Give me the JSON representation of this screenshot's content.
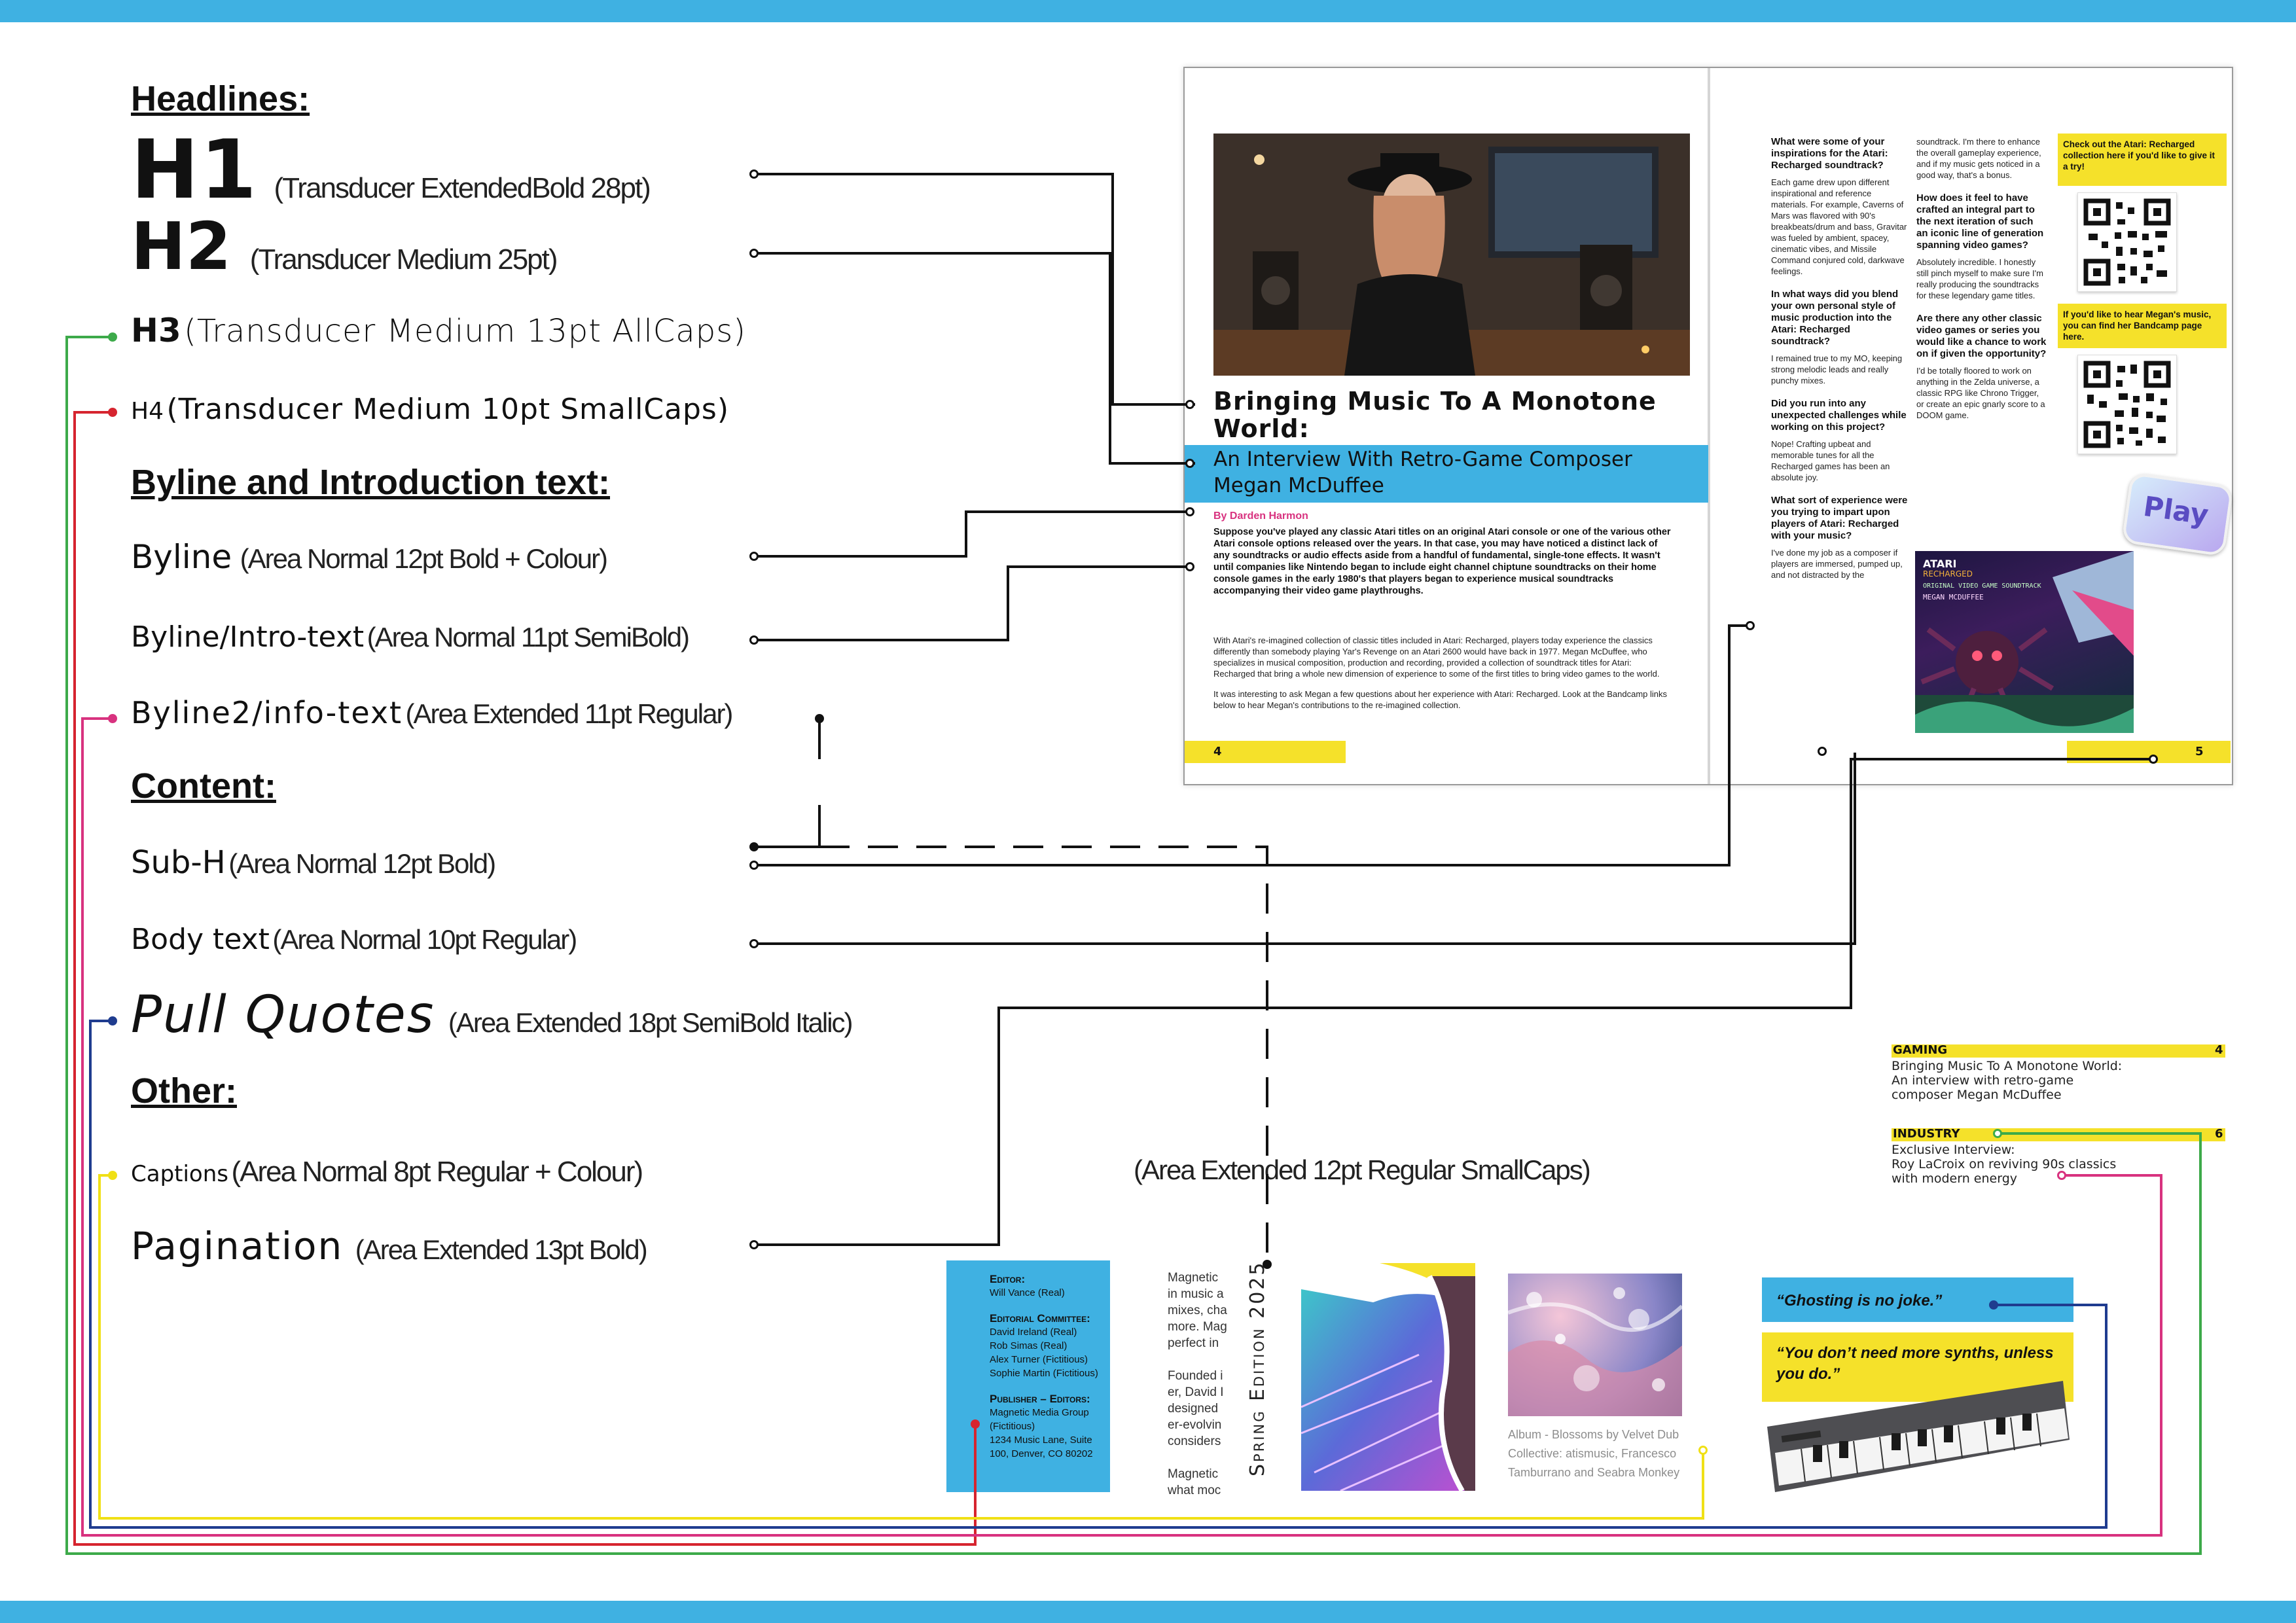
{
  "left": {
    "headlines_title": "Headlines:",
    "h1": {
      "label": "H1",
      "spec": "(Transducer ExtendedBold 28pt)"
    },
    "h2": {
      "label": "H2",
      "spec": "(Transducer Medium 25pt)"
    },
    "h3": {
      "label": "H3",
      "spec": "(Transducer Medium 13pt AllCaps)"
    },
    "h4": {
      "label": "H4",
      "spec": "(Transducer Medium 10pt SmallCaps)"
    },
    "byline_title": "Byline and Introduction text:",
    "byline": {
      "label": "Byline",
      "spec": "(Area Normal 12pt Bold + Colour)"
    },
    "intro": {
      "label": "Byline/Intro-text",
      "spec": "(Area Normal 11pt SemiBold)"
    },
    "info": {
      "label": "Byline2/info-text",
      "spec": "(Area Extended 11pt Regular)"
    },
    "content_title": "Content:",
    "subh": {
      "label": "Sub-H",
      "spec": "(Area Normal 12pt Bold)"
    },
    "body": {
      "label": "Body text",
      "spec": "(Area Normal 10pt Regular)"
    },
    "pull": {
      "label": "Pull Quotes",
      "spec": "(Area Extended 18pt SemiBold Italic)"
    },
    "other_title": "Other:",
    "captions": {
      "label": "Captions",
      "spec": "(Area Normal 8pt Regular + Colour)"
    },
    "pagination": {
      "label": "Pagination",
      "spec": "(Area Extended 13pt Bold)"
    }
  },
  "smallcaps_spec": "(Area Extended 12pt  Regular SmallCaps)",
  "spread": {
    "title": "Bringing Music To A Monotone World:",
    "subtitle": "An Interview With Retro-Game Composer Megan McDuffee",
    "byline": "By Darden Harmon",
    "intro": "Suppose you've played any classic Atari titles on an original Atari console or one of the various other Atari console options released over the years. In that case, you may have noticed a distinct lack of any soundtracks or audio effects aside from a handful of fundamental, single-tone effects. It wasn't until companies like Nintendo began to include eight channel chiptune soundtracks on their home console games in the early 1980's that players began to experience musical soundtracks accompanying their video game playthroughs.",
    "body1": "With Atari's re-imagined collection of classic titles included in Atari: Recharged, players today experience the classics differently than somebody playing Yar's Revenge on an Atari 2600 would have back in 1977. Megan McDuffee, who specializes in musical composition, production and recording, provided a collection of soundtrack titles for Atari: Recharged that bring a whole new dimension of experience to some of the first titles to bring video games to the world.",
    "body2": "It was interesting to ask Megan a few questions about her experience with Atari: Recharged. Look at the Bandcamp links below to hear Megan's contributions to the re-imagined collection.",
    "page_left": "4",
    "page_right": "5",
    "col1": [
      {
        "q": "What were some of your inspirations for the Atari: Recharged soundtrack?",
        "a": "Each game drew upon different inspirational and reference materials. For example, Caverns of Mars was flavored with 90's breakbeats/drum and bass, Gravitar was fueled by ambient, spacey, cinematic vibes, and Missile Command conjured cold, darkwave feelings."
      },
      {
        "q": "In what ways did you blend your own personal style of music production into the Atari: Recharged soundtrack?",
        "a": "I remained true to my MO, keeping strong melodic leads and really punchy mixes."
      },
      {
        "q": "Did you run into any unexpected challenges while working on this project?",
        "a": "Nope! Crafting upbeat and memorable tunes for all the Recharged games has been an absolute joy."
      },
      {
        "q": "What sort of experience were you trying to impart upon players of Atari: Recharged with your music?",
        "a": "I've done my job as a composer if players are immersed, pumped up, and not distracted by the"
      }
    ],
    "col2_lead": "soundtrack. I'm there to enhance the overall gameplay experience, and if my music gets noticed in a good way, that's a bonus.",
    "col2": [
      {
        "q": "How does it feel to have crafted an integral part to the next iteration of such an iconic line of generation spanning video games?",
        "a": "Absolutely incredible. I honestly still pinch myself to make sure I'm really producing the soundtracks for these legendary game titles."
      },
      {
        "q": "Are there any other classic video games or series you would like a chance to work on if given the opportunity?",
        "a": "I'd be totally floored to work on anything in the Zelda universe, a classic RPG like Chrono Trigger, or create an epic gnarly score to a DOOM game."
      }
    ],
    "box1": "Check out the Atari: Recharged collection here if you'd like to give it a try!",
    "box2": "If you'd like to hear Megan's music, you can find her Bandcamp page here.",
    "play": "Play",
    "cover_brand": "ATARI",
    "cover_sub": "RECHARGED",
    "cover_line": "ORIGINAL VIDEO GAME SOUNDTRACK",
    "cover_name": "MEGAN MCDUFFEE"
  },
  "toc": [
    {
      "cat": "GAMING",
      "num": "4",
      "lines": [
        "Bringing Music To A Monotone World:",
        "An interview with retro-game",
        "composer Megan McDuffee"
      ]
    },
    {
      "cat": "INDUSTRY",
      "num": "6",
      "lines": [
        "Exclusive Interview:",
        "Roy LaCroix on reviving 90s classics",
        "with modern energy"
      ]
    }
  ],
  "masthead": {
    "editor_h": "Editor:",
    "editor": "Will Vance (Real)",
    "committee_h": "Editorial Committee:",
    "committee": [
      "David Ireland (Real)",
      "Rob Simas (Real)",
      "Alex Turner (Fictitious)",
      "Sophie Martin (Fictitious)"
    ],
    "publisher_h": "Publisher – Editors:",
    "publisher": [
      "Magnetic Media Group",
      "(Fictitious)",
      "1234 Music Lane, Suite",
      "100, Denver, CO 80202"
    ]
  },
  "cutoff": [
    "Magnetic",
    "in music a",
    "mixes, cha",
    "more. Mag",
    "perfect in",
    "",
    "Founded i",
    "er, David I",
    "designed",
    "er-evolvin",
    "considers",
    "",
    "Magnetic",
    "what moc"
  ],
  "edition": "Spring Edition 2025",
  "caption": [
    "Album - Blossoms by Velvet Dub",
    "Collective: atismusic, Francesco",
    "Tamburrano and Seabra Monkey"
  ],
  "quote1": "“Ghosting is no joke.”",
  "quote2": "“You don’t need more synths, unless you do.”",
  "colors": {
    "blue": "#3fb1e2",
    "yellow": "#f5e12a",
    "pink": "#d8327f",
    "green": "#3daa4a",
    "red": "#d6242f",
    "navy": "#1f3c8f",
    "lineyellow": "#f0e016"
  }
}
